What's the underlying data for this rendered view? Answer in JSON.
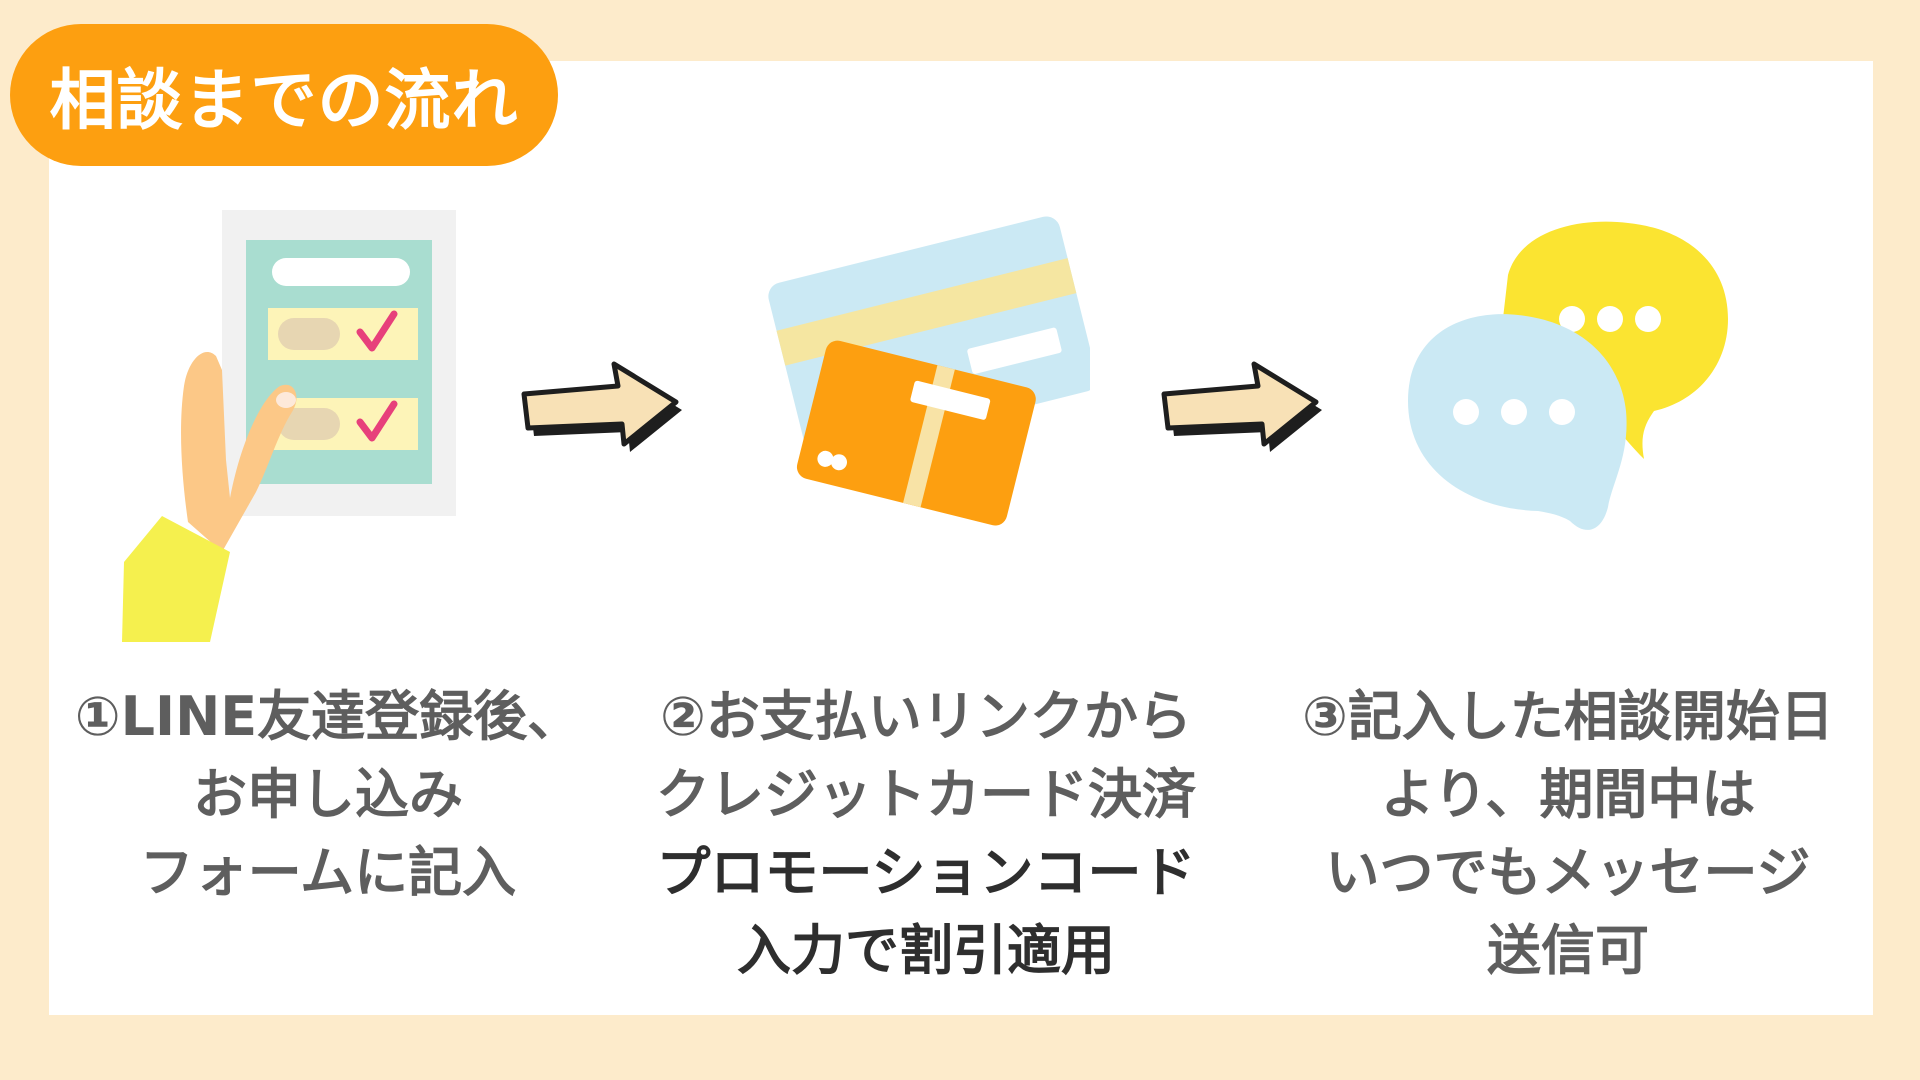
{
  "title": "相談までの流れ",
  "colors": {
    "background": "#FDEBCB",
    "panel": "#FFFFFF",
    "accent_orange": "#FD9F10",
    "text_gray": "#5E5E5E",
    "text_dark": "#2E2E2E",
    "bubble_yellow": "#FBE431",
    "bubble_blue": "#CBE9F4",
    "check_pink": "#E7407B"
  },
  "steps": [
    {
      "icon": "form-hand-icon",
      "lines": [
        "①LINE友達登録後、",
        "お申し込み",
        "フォームに記入"
      ]
    },
    {
      "icon": "credit-card-icon",
      "lines": [
        "②お支払いリンクから",
        "クレジットカード決済"
      ],
      "emphasis_lines": [
        "プロモーションコード",
        "入力で割引適用"
      ]
    },
    {
      "icon": "chat-bubbles-icon",
      "lines": [
        "③記入した相談開始日",
        "より、期間中は",
        "いつでもメッセージ",
        "送信可"
      ]
    }
  ]
}
